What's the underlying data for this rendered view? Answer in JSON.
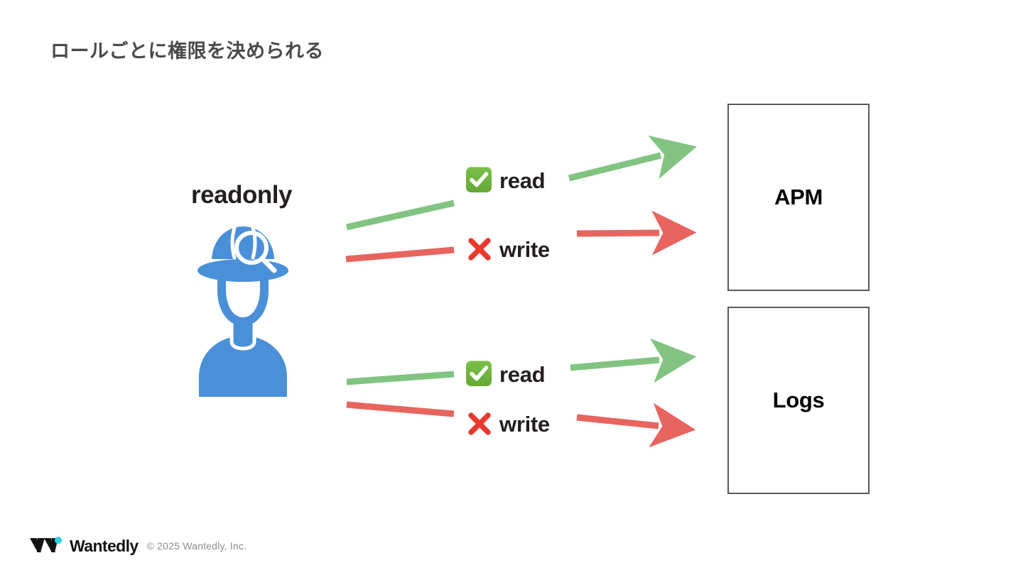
{
  "slide": {
    "title": "ロールごとに権限を決められる",
    "background": "#ffffff"
  },
  "actor": {
    "role_label": "readonly",
    "icon": "detective-person-icon",
    "icon_color": "#4a90d9"
  },
  "permissions": [
    {
      "group": "apm",
      "rows": [
        {
          "id": "apm-read",
          "status_icon": "white-check-mark",
          "label": "read",
          "allowed": true,
          "color": "#82c382"
        },
        {
          "id": "apm-write",
          "status_icon": "cross-mark",
          "label": "write",
          "allowed": false,
          "color": "#e8645f"
        }
      ]
    },
    {
      "group": "logs",
      "rows": [
        {
          "id": "logs-read",
          "status_icon": "white-check-mark",
          "label": "read",
          "allowed": true,
          "color": "#82c382"
        },
        {
          "id": "logs-write",
          "status_icon": "cross-mark",
          "label": "write",
          "allowed": false,
          "color": "#e8645f"
        }
      ]
    }
  ],
  "targets": [
    {
      "id": "apm",
      "label": "APM",
      "border_color": "#5a5a5a"
    },
    {
      "id": "logs",
      "label": "Logs",
      "border_color": "#5a5a5a"
    }
  ],
  "colors": {
    "allow_green": "#82c382",
    "deny_red": "#e8645f",
    "check_badge_green": "#6aab3d",
    "cross_red": "#e8392e",
    "title_gray": "#4a4a4a",
    "text_black": "#231f20",
    "brand_cyan": "#2fd2e0"
  },
  "footer": {
    "brand": "Wantedly",
    "copyright": "© 2025 Wantedly, Inc."
  }
}
